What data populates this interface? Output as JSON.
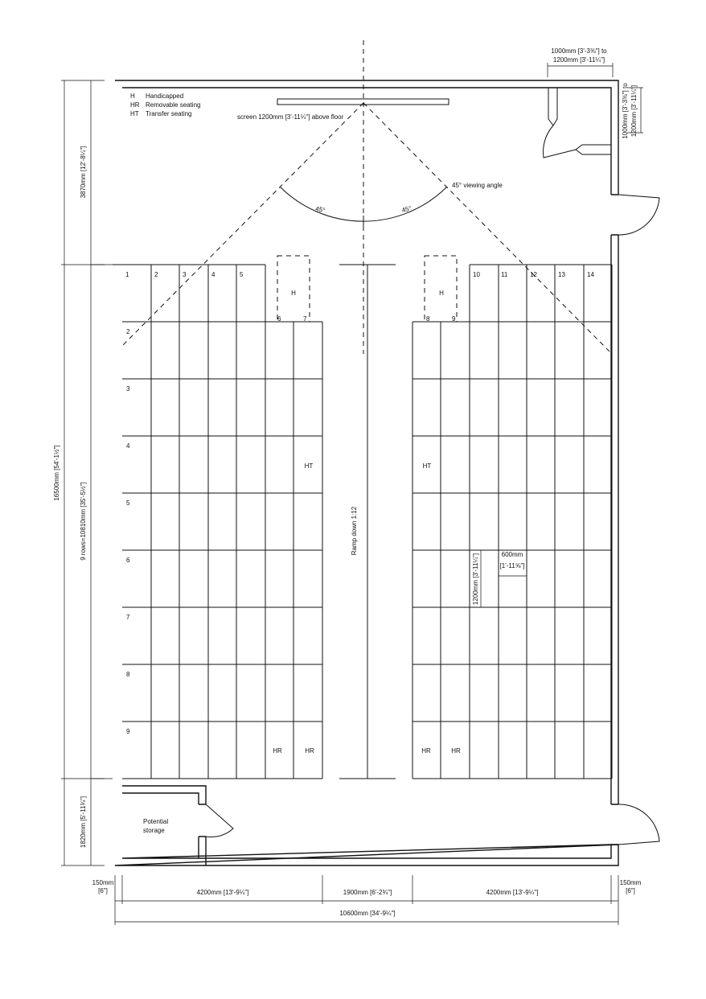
{
  "legend": [
    {
      "code": "H",
      "label": "Handicapped"
    },
    {
      "code": "HR",
      "label": "Removable seating"
    },
    {
      "code": "HT",
      "label": "Transfer seating"
    }
  ],
  "screen_label": "screen 1200mm [3'-11¼\"] above floor",
  "viewing_angle_label": "45° viewing angle",
  "angle_left": "45°",
  "angle_right": "45°",
  "door_width": {
    "line1": "1000mm [3'-3⅜\"] to",
    "line2": "1200mm [3'-11¼\"]"
  },
  "door_depth": {
    "line1": "1000mm [3'-3⅜\"] to",
    "line2": "1200mm [3'-11¼\"]"
  },
  "seat_numbers_left_row1": [
    "1",
    "2",
    "3",
    "4",
    "5"
  ],
  "seat_numbers_left_h": [
    "6",
    "7"
  ],
  "seat_numbers_right_h": [
    "8",
    "9"
  ],
  "seat_numbers_right_row1": [
    "10",
    "11",
    "12",
    "13",
    "14"
  ],
  "row_numbers": [
    "2",
    "3",
    "4",
    "5",
    "6",
    "7",
    "8",
    "9"
  ],
  "h_label": "H",
  "ht_label": "HT",
  "hr_label": "HR",
  "ramp_label": "Ramp down 1:12",
  "seat_depth": "1200mm [3'-11¼\"]",
  "seat_width": {
    "line1": "600mm",
    "line2": "[1'-11⅝\"]"
  },
  "storage_label": {
    "line1": "Potential",
    "line2": "storage"
  },
  "dims_vertical": {
    "total": "16500mm [54'-1½\"]",
    "front": "3870mm [12'-8¼\"]",
    "rows": "9 rows=10810mm [35'-5½\"]",
    "rear": "1820mm [5'-11¾\"]"
  },
  "dims_horizontal": {
    "wall_left": {
      "line1": "150mm",
      "line2": "[6\"]"
    },
    "wall_right": {
      "line1": "150mm",
      "line2": "[6\"]"
    },
    "left_block": "4200mm [13'-9¼\"]",
    "aisle": "1900mm [6'-2¾\"]",
    "right_block": "4200mm [13'-9¼\"]",
    "total": "10600mm [34'-9¼\"]"
  }
}
